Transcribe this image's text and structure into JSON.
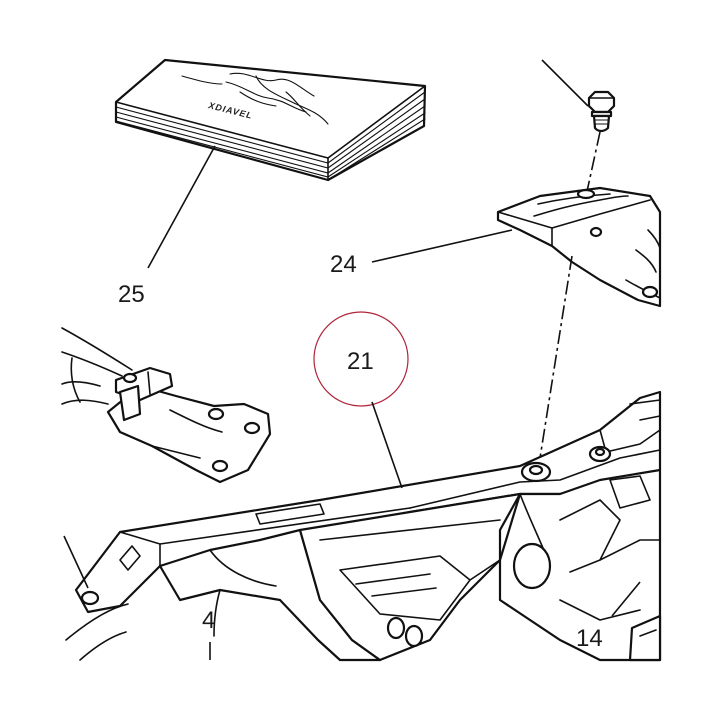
{
  "callouts": {
    "c25": "25",
    "c24": "24",
    "c21": "21",
    "c4": "4",
    "c14": "14"
  },
  "manual_cover_text": "XDIAVEL",
  "highlight_color": "#b0243a",
  "line_color": "#111111",
  "icons": {
    "manual": "owner-manual-icon",
    "screw": "screw-icon",
    "bracket": "bracket-icon",
    "frame": "frame-icon"
  }
}
